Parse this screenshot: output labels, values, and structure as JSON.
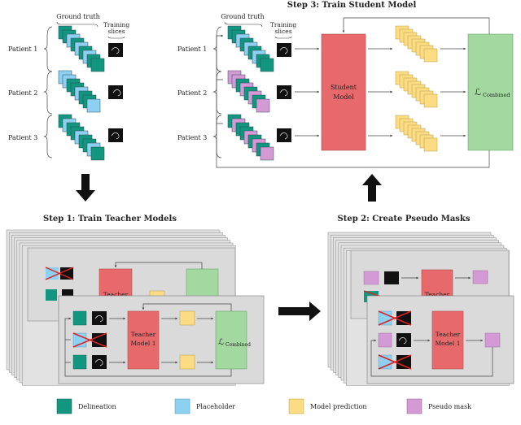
{
  "step3": {
    "title": "Step 3:  Train Student Model",
    "ground_truth": "Ground truth",
    "training_slices_l1": "Training",
    "training_slices_l2": "slices",
    "patients": [
      "Patient 1",
      "Patient 2",
      "Patient 3"
    ],
    "model_l1": "Student",
    "model_l2": "Model",
    "loss_main": "ℒ",
    "loss_sub": "Combined"
  },
  "top_left": {
    "ground_truth": "Ground truth",
    "training_slices_l1": "Training",
    "training_slices_l2": "slices",
    "patients": [
      "Patient 1",
      "Patient 2",
      "Patient 3"
    ]
  },
  "step1": {
    "title": "Step 1:  Train Teacher Models",
    "back_model_label": "Teacher",
    "model_l1": "Teacher",
    "model_l2": "Model 1",
    "loss_main": "ℒ",
    "loss_sub": "Combined"
  },
  "step2": {
    "title": "Step 2:  Create Pseudo Masks",
    "back_model_label": "Teacher",
    "model_l1": "Teacher",
    "model_l2": "Model 1"
  },
  "legend": [
    {
      "label": "Delineation",
      "color": "#129680"
    },
    {
      "label": "Placeholder",
      "color": "#8ed0f2"
    },
    {
      "label": "Model prediction",
      "color": "#fbdc85"
    },
    {
      "label": "Pseudo mask",
      "color": "#d49ad6"
    }
  ],
  "colors": {
    "delineation": "#129680",
    "placeholder": "#8ed0f2",
    "prediction": "#fbdc85",
    "pseudo": "#d49ad6",
    "model": "#e8696b",
    "loss": "#a4d8a1",
    "panel": "#e2e2e2"
  }
}
